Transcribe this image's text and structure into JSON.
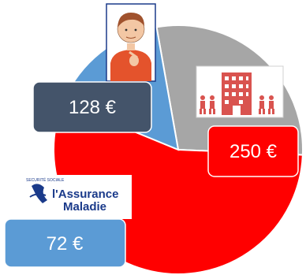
{
  "chart_data": {
    "type": "pie",
    "categories": [
      "Personne",
      "Établissement",
      "Assurance Maladie"
    ],
    "values": [
      128,
      250,
      72
    ],
    "value_labels": [
      "128 €",
      "250 €",
      "72 €"
    ],
    "colors": [
      "#a6a6a6",
      "#ff0000",
      "#5b9bd5"
    ],
    "icons": [
      "person-pictogram-icon",
      "building-with-people-icon",
      "assurance-maladie-logo"
    ],
    "legend": "none"
  },
  "logo_text": {
    "small": "SECURITÉ SOCIALE",
    "line1": "l'Assurance",
    "line2": "Maladie"
  }
}
